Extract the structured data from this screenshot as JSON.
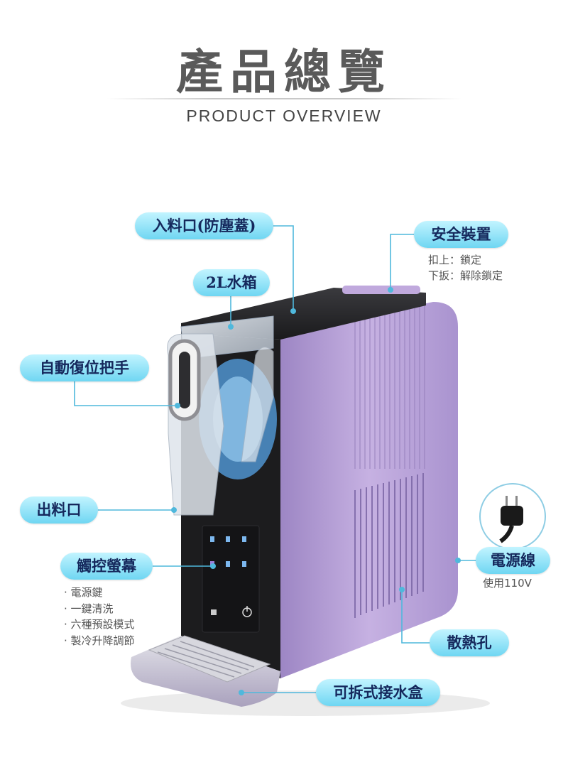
{
  "header": {
    "title": "產品總覽",
    "subtitle": "PRODUCT OVERVIEW"
  },
  "callouts": {
    "inlet": "入料口(防塵蓋)",
    "tank": "2L水箱",
    "handle": "自動復位把手",
    "outlet": "出料口",
    "touchscreen": "觸控螢幕",
    "safety": "安全裝置",
    "power_cord": "電源線",
    "vents": "散熱孔",
    "drip_tray": "可拆式接水盒"
  },
  "notes": {
    "safety_lock": "扣上：鎖定",
    "safety_unlock": "下扳：解除鎖定",
    "power_voltage": "使用110V"
  },
  "touchscreen_features": [
    "電源鍵",
    "一鍵清洗",
    "六種預設模式",
    "製冷升降調節"
  ],
  "colors": {
    "pill_top": "#c2f4ff",
    "pill_bottom": "#6fd6f2",
    "pill_text": "#15285c",
    "leader_line": "#4fb8dc",
    "body_lavender": "#b79fd6",
    "front_panel": "#1c1c1e"
  },
  "icons": {
    "plug": "power-plug-icon",
    "power": "power-icon"
  }
}
